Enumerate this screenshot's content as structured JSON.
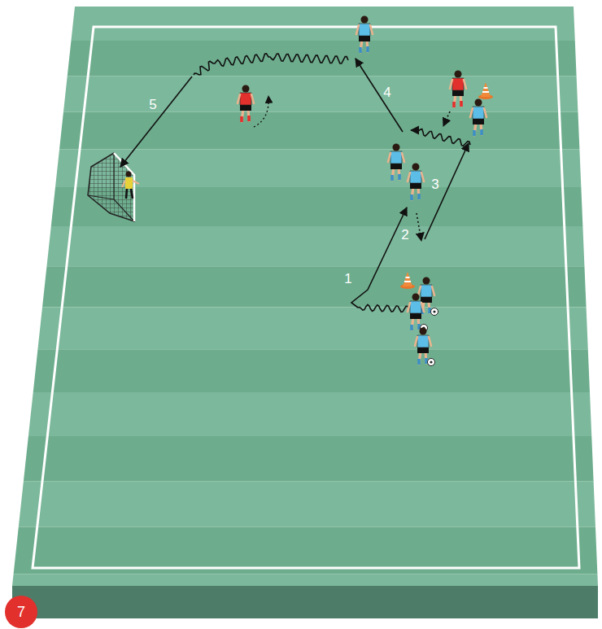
{
  "diagram": {
    "nodes": [
      {
        "text": [
          "7"
        ]
      }
    ],
    "labels": [
      "1",
      "2",
      "3",
      "4",
      "5"
    ]
  }
}
